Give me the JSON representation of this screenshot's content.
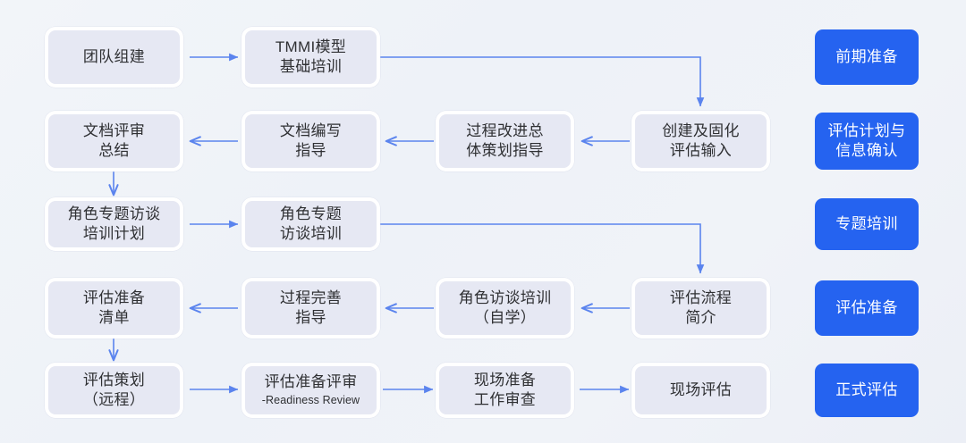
{
  "diagram": {
    "title_visible": false,
    "background_color": "#eef2f8",
    "node_fill": "#e6e8f3",
    "node_text_color": "#2f3033",
    "phase_fill": "#2563f0",
    "phase_text_color": "#ffffff",
    "arrow_color": "#5b84ee"
  },
  "nodes": {
    "r1c1": {
      "line1": "团队组建"
    },
    "r1c2": {
      "line1": "TMMI模型",
      "line2": "基础培训"
    },
    "r2c1": {
      "line1": "文档评审",
      "line2": "总结"
    },
    "r2c2": {
      "line1": "文档编写",
      "line2": "指导"
    },
    "r2c3": {
      "line1": "过程改进总",
      "line2": "体策划指导"
    },
    "r2c4": {
      "line1": "创建及固化",
      "line2": "评估输入"
    },
    "r3c1": {
      "line1": "角色专题访谈",
      "line2": "培训计划"
    },
    "r3c2": {
      "line1": "角色专题",
      "line2": "访谈培训"
    },
    "r4c1": {
      "line1": "评估准备",
      "line2": "清单"
    },
    "r4c2": {
      "line1": "过程完善",
      "line2": "指导"
    },
    "r4c3": {
      "line1": "角色访谈培训",
      "line2": "（自学）"
    },
    "r4c4": {
      "line1": "评估流程",
      "line2": "简介"
    },
    "r5c1": {
      "line1": "评估策划",
      "line2": "（远程）"
    },
    "r5c2": {
      "line1": "评估准备评审",
      "sub": "-Readiness Review"
    },
    "r5c3": {
      "line1": "现场准备",
      "line2": "工作审查"
    },
    "r5c4": {
      "line1": "现场评估"
    }
  },
  "phases": {
    "p1": {
      "line1": "前期准备"
    },
    "p2": {
      "line1": "评估计划与",
      "line2": "信息确认"
    },
    "p3": {
      "line1": "专题培训"
    },
    "p4": {
      "line1": "评估准备"
    },
    "p5": {
      "line1": "正式评估"
    }
  }
}
